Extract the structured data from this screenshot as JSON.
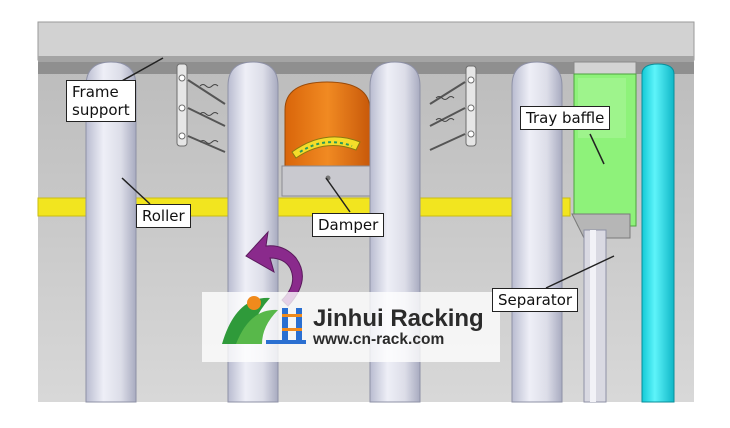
{
  "labels": {
    "frame_support": "Frame\nsupport",
    "roller": "Roller",
    "damper": "Damper",
    "tray_baffle": "Tray baffle",
    "separator": "Separator"
  },
  "watermark": {
    "brand": "Jinhui Racking",
    "url": "www.cn-rack.com"
  },
  "colors": {
    "rail_yellow": "#f2e51f",
    "damper_orange": "#e8740f",
    "baffle_green": "#8ef27a",
    "separator_cyan": "#22e6ef",
    "arrow_purple": "#8a2a8c",
    "logo_green": "#2f9a3a",
    "logo_orange": "#f08a1c",
    "logo_blue": "#2a6fd1"
  }
}
